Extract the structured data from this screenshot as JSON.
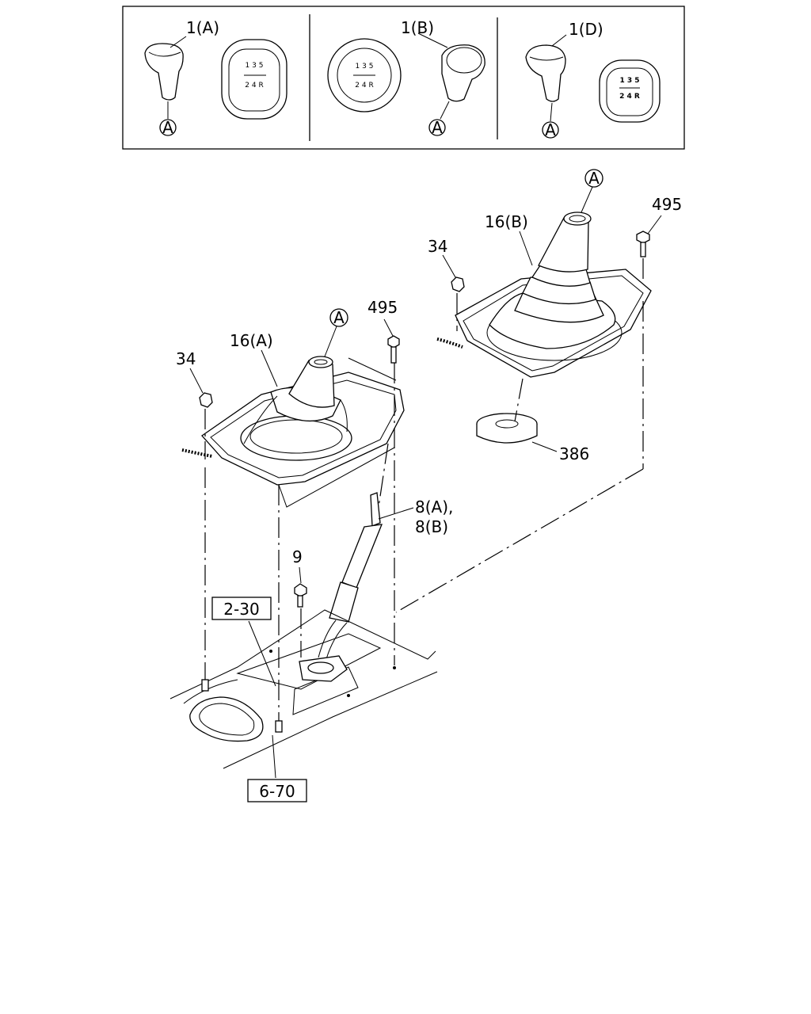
{
  "inset": {
    "knobs": [
      {
        "callout": "1(A)",
        "ref": "A",
        "pattern_top": "1 3 5",
        "pattern_bottom": "2 4 R"
      },
      {
        "callout": "1(B)",
        "ref": "A",
        "pattern_top": "1 3 5",
        "pattern_bottom": "2 4 R"
      },
      {
        "callout": "1(D)",
        "ref": "A",
        "pattern_top": "1 3 5",
        "pattern_bottom": "2 4 R"
      }
    ]
  },
  "labels": {
    "boot_a": "16(A)",
    "boot_b": "16(B)",
    "nut_left": "34",
    "nut_right": "34",
    "bolt_left": "495",
    "bolt_right": "495",
    "ring": "386",
    "lever_line1": "8(A),",
    "lever_line2": "8(B)",
    "bolt_9": "9",
    "ref_a_left": "A",
    "ref_a_right": "A"
  },
  "references": {
    "floor_ref": "2-30",
    "console_ref": "6-70"
  }
}
